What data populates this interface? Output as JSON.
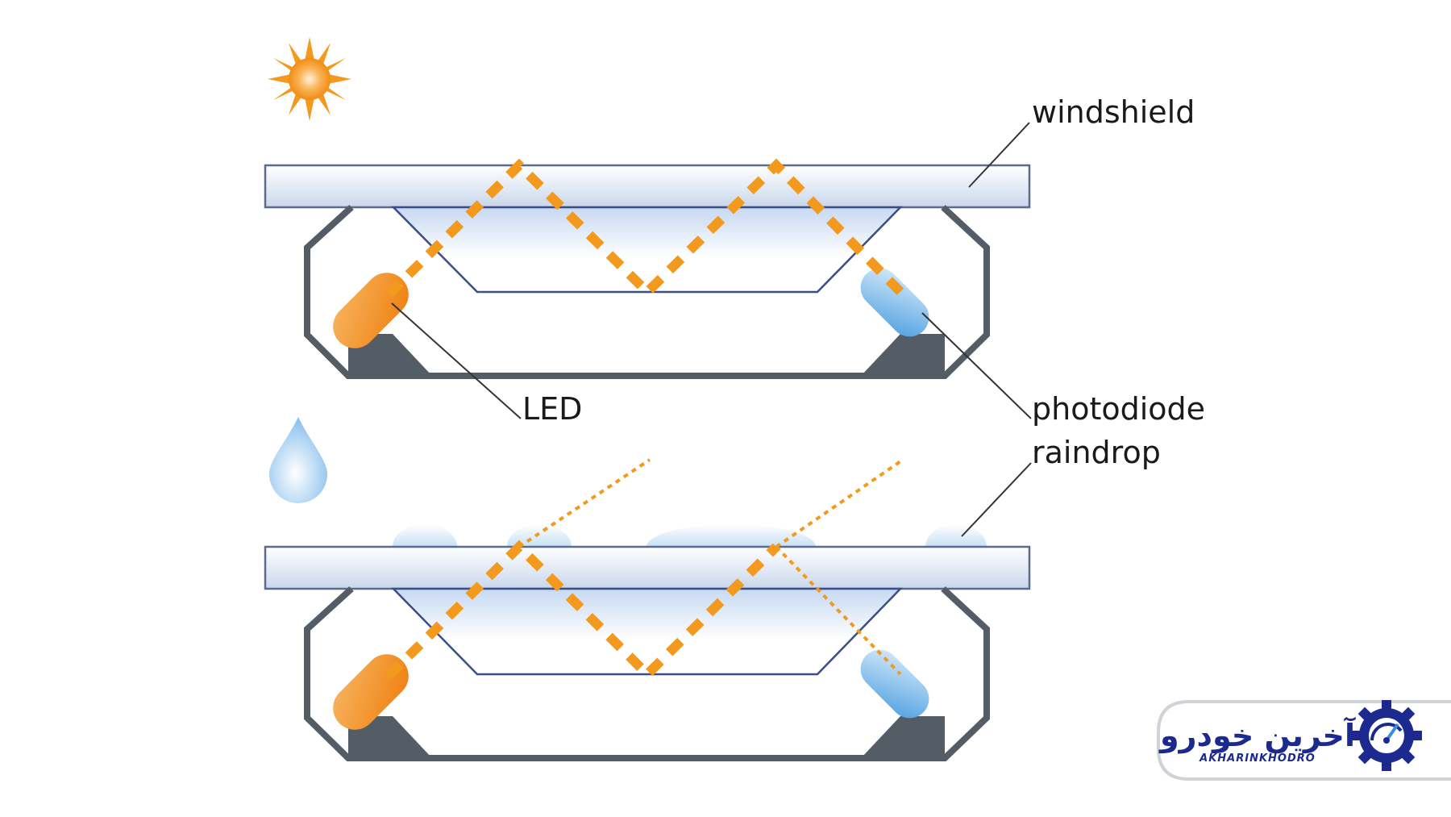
{
  "labels": {
    "windshield": "windshield",
    "led": "LED",
    "photodiode": "photodiode",
    "raindrop": "raindrop"
  },
  "logo": {
    "persian_text": "آخرین خودرو",
    "latin_text": "AKHARINKHODRO",
    "brand_color": "#1c2a8f"
  },
  "icons": {
    "sun": "sun-icon",
    "raindrop": "raindrop-icon",
    "gear": "gear-icon"
  },
  "colors": {
    "light_beam": "#f39a1e",
    "led": "#f28c1a",
    "photodiode": "#5aa9e6",
    "housing": "#545c66",
    "glass_edge": "#5a6b8c"
  }
}
